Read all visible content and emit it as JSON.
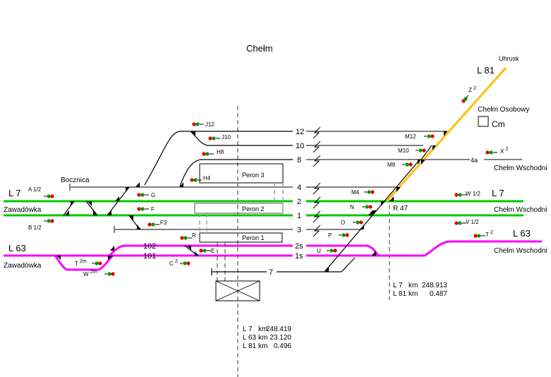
{
  "title": "Chełm",
  "colors": {
    "L7": "#00c800",
    "L63": "#ff00ff",
    "L81": "#ffc000",
    "track": "#808080",
    "signal_red": "#e00000",
    "signal_green": "#009900"
  },
  "lines": {
    "L7_west": "L 7",
    "L7_west_dest": "Zawadówka",
    "L63_west": "L 63",
    "L63_west_dest": "Zawadówka",
    "L7_east": "L 7",
    "L7_east_dest": "Chełm Wschodni",
    "L63_east": "L 63",
    "L63_east_dest": "Chełm Wschodni",
    "L81": "L 81",
    "L81_dest": "Uhrusk",
    "siding": "Bocznica",
    "track4a_dest": "Chełm Wschodni",
    "osobowy": "Chełm Osobowy",
    "osobowy_code": "Cm"
  },
  "tracks": [
    "12",
    "10",
    "8",
    "4",
    "2",
    "1",
    "3",
    "2s",
    "1s",
    "7",
    "102",
    "101",
    "4a"
  ],
  "platforms": [
    "Peron 3",
    "Peron 2",
    "Peron 1"
  ],
  "signals": {
    "A": "A 1/2",
    "B": "B 1/2",
    "G": "G",
    "F": "F",
    "F3": "F3",
    "R": "R",
    "E": "E",
    "C": "C",
    "C_sup": "2",
    "T": "T",
    "T_sup": "2m",
    "W": "W",
    "W_sup": "2m",
    "J12": "J12",
    "J10": "J10",
    "H8": "H8",
    "H4": "H4",
    "M12": "M12",
    "M10": "M10",
    "M8": "M8",
    "M4": "M4",
    "N": "N",
    "O": "O",
    "P": "P",
    "U": "U",
    "Z": "Z",
    "Z_sup": "2",
    "X": "X",
    "X_sup": "2",
    "W12": "W 1/2",
    "V12": "V 1/2",
    "T2": "T",
    "T2_sup": "2"
  },
  "km_center": [
    {
      "line": "L 7",
      "unit": "km",
      "value": "248.419"
    },
    {
      "line": "L 63",
      "unit": "km",
      "value": "23.120"
    },
    {
      "line": "L 81",
      "unit": "km",
      "value": "0.496"
    }
  ],
  "km_r47": [
    {
      "line": "L 7",
      "unit": "km",
      "value": "248.913"
    },
    {
      "line": "L 81",
      "unit": "km",
      "value": "0.487"
    }
  ],
  "r47_label": "R 47"
}
